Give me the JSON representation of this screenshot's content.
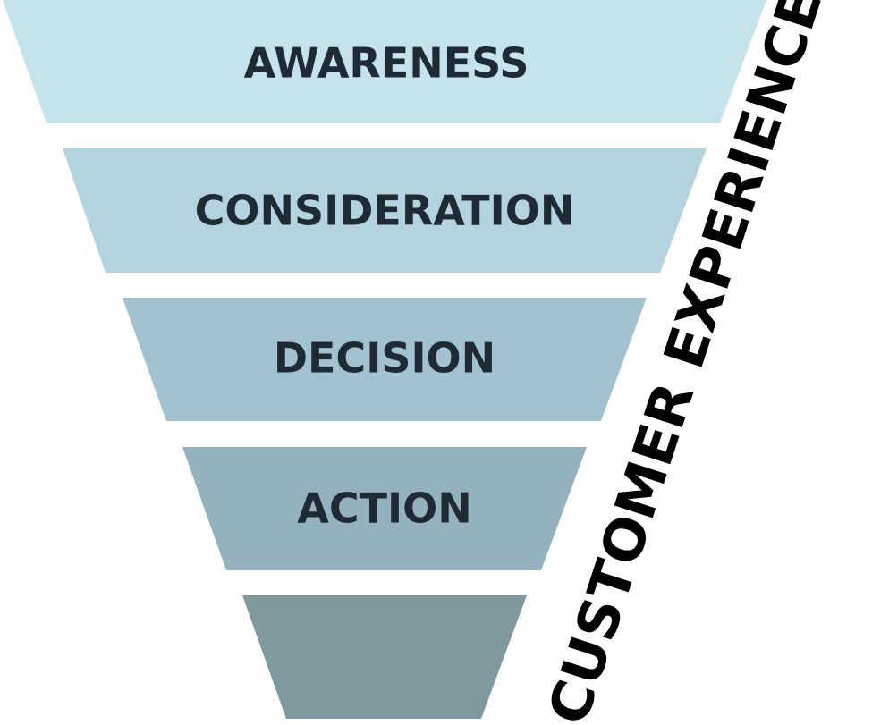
{
  "diagram": {
    "stages": [
      {
        "label": "AWARENESS",
        "color": "#c5e3ea"
      },
      {
        "label": "CONSIDERATION",
        "color": "#b3d4de"
      },
      {
        "label": "DECISION",
        "color": "#a2c2cf"
      },
      {
        "label": "ACTION",
        "color": "#94b2bd"
      },
      {
        "label": "",
        "color": "#7f999f"
      }
    ],
    "side_label": "CUSTOMER EXPERIENCE"
  }
}
